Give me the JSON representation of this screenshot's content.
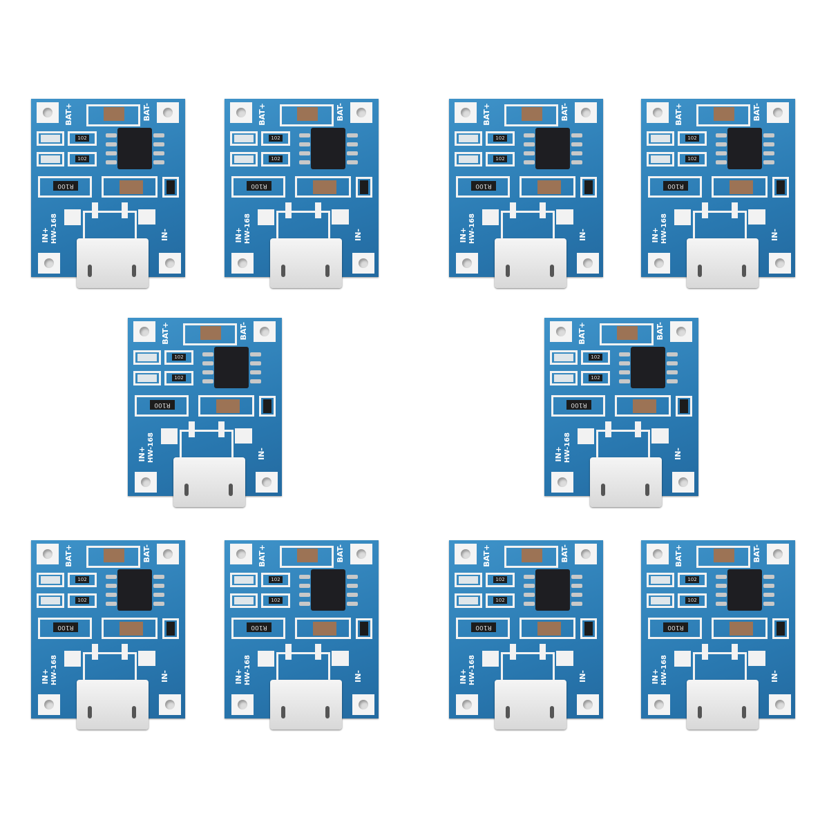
{
  "board_labels": {
    "bat_plus": "BAT+",
    "bat_minus": "BAT-",
    "in_plus": "IN+",
    "model": "HW-168",
    "in_minus": "IN-",
    "sense_resistor": "R100",
    "resistor_code": "102"
  },
  "board_count": 10,
  "colors": {
    "pcb": "#2a7ab2",
    "pad": "#f4f4f4",
    "chip": "#1e1e22"
  }
}
